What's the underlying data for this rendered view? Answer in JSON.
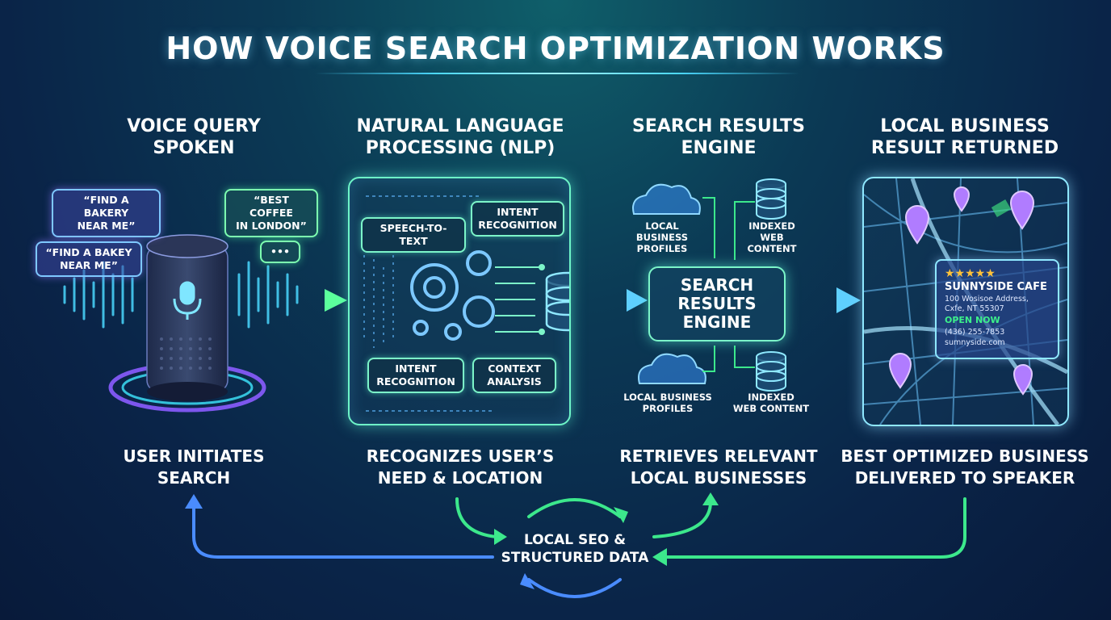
{
  "title": "HOW VOICE SEARCH OPTIMIZATION WORKS",
  "steps": [
    {
      "heading": "VOICE QUERY\nSPOKEN",
      "caption": "USER INITIATES\nSEARCH"
    },
    {
      "heading": "NATURAL LANGUAGE\nPROCESSING (NLP)",
      "caption": "RECOGNIZES USER’S\nNEED & LOCATION"
    },
    {
      "heading": "SEARCH RESULTS\nENGINE",
      "caption": "RETRIEVES RELEVANT\nLOCAL BUSINESSES"
    },
    {
      "heading": "LOCAL BUSINESS\nRESULT RETURNED",
      "caption": "BEST OPTIMIZED BUSINESS\nDELIVERED TO SPEAKER"
    }
  ],
  "bubbles": {
    "b1": "“FIND A BAKERY\nNEAR ME”",
    "b2": "“BEST COFFEE\nIN LONDON”",
    "b3": "“FIND A BAKEY\nNEAR ME”",
    "b4": "•••"
  },
  "nlp": {
    "speech": "SPEECH-TO-TEXT",
    "intent_top": "INTENT\nRECOGNITION",
    "intent_bottom": "INTENT\nRECOGNITION",
    "context": "CONTEXT\nANALYSIS"
  },
  "engine": {
    "label": "SEARCH\nRESULTS\nENGINE",
    "top_left": "LOCAL\nBUSINESS\nPROFILES",
    "top_right": "INDEXED\nWEB\nCONTENT",
    "bottom_left": "LOCAL BUSINESS\nPROFILES",
    "bottom_right": "INDEXED\nWEB CONTENT"
  },
  "result": {
    "stars": "★★★★★",
    "name": "SUNNYSIDE CAFE",
    "address": "100 Wosisoe Address,\nCxfe, NT 55307",
    "status": "OPEN NOW",
    "phone": "(436) 255-7853",
    "web": "sumnyside.com"
  },
  "loop": "LOCAL SEO &\nSTRUCTURED DATA",
  "colors": {
    "accent": "#6ef5c8",
    "arrow_green": "#3cf08a",
    "arrow_blue": "#4ab8ff",
    "pin": "#b07cff",
    "open": "#3cf08a"
  }
}
